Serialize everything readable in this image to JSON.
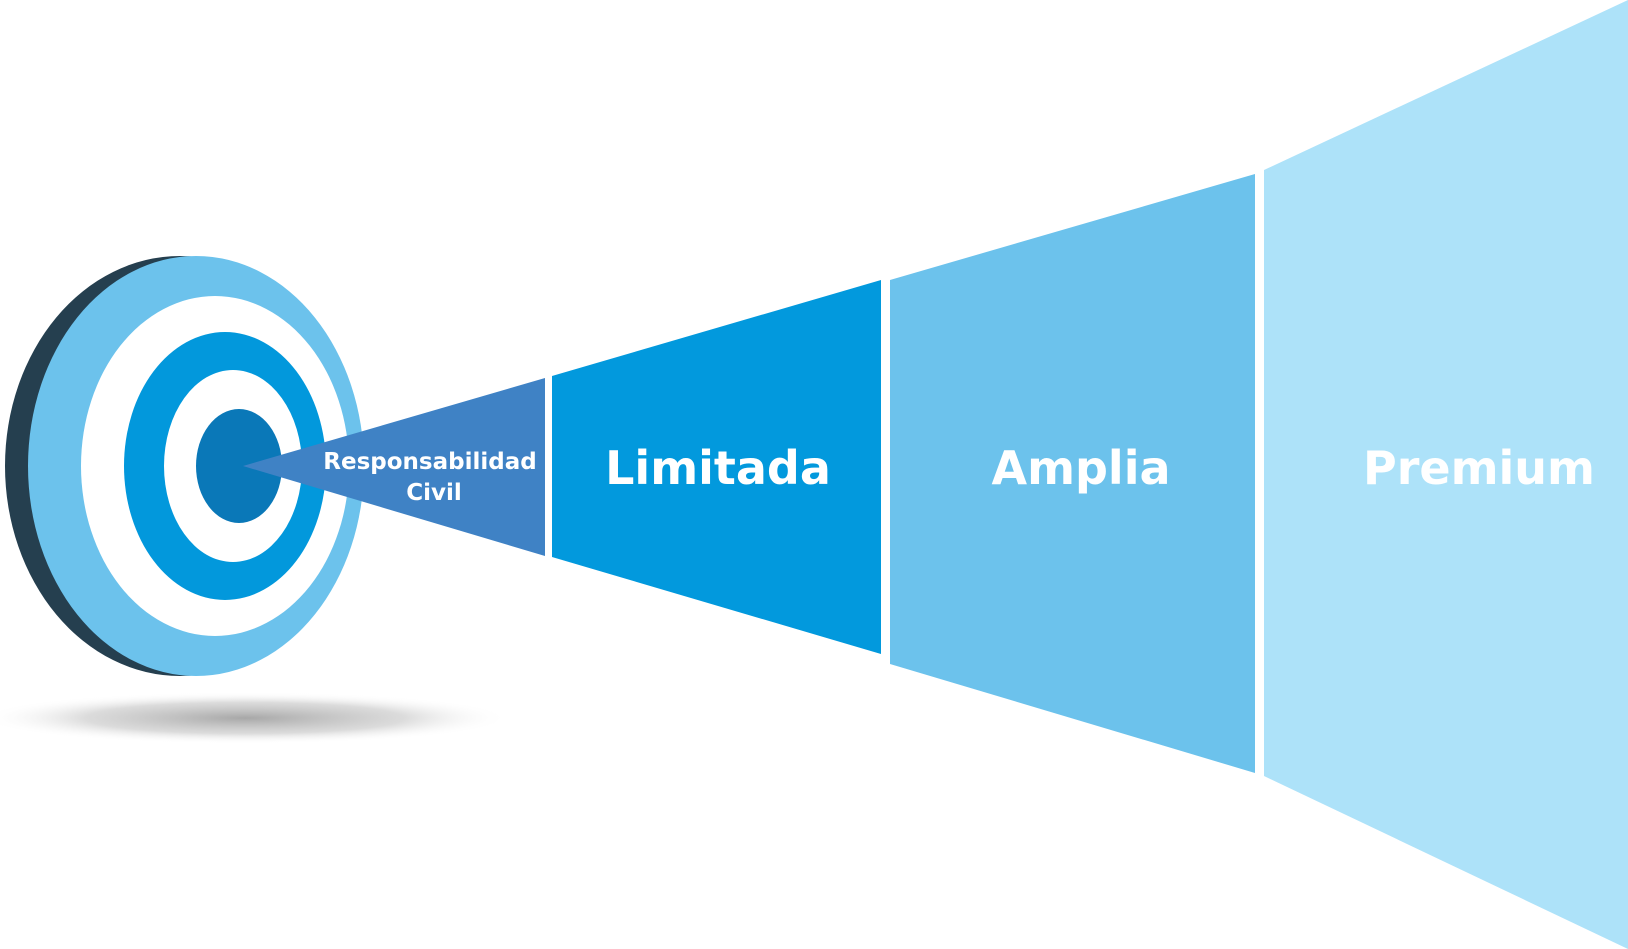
{
  "colors": {
    "target_back": "#253f4f",
    "target_ring_light": "#6cc2ec",
    "target_ring_mid": "#0298dc",
    "target_center": "#0a78b8",
    "background": "#ffffff",
    "tier_1": "#3f82c5",
    "tier_2": "#0299dd",
    "tier_3": "#6cc2ec",
    "tier_4": "#ade2f9",
    "label": "#ffffff"
  },
  "tiers": [
    {
      "id": "responsabilidad-civil",
      "lines": [
        "Responsabilidad",
        "Civil"
      ]
    },
    {
      "id": "limitada",
      "lines": [
        "Limitada"
      ]
    },
    {
      "id": "amplia",
      "lines": [
        "Amplia"
      ]
    },
    {
      "id": "premium",
      "lines": [
        "Premium"
      ]
    }
  ]
}
